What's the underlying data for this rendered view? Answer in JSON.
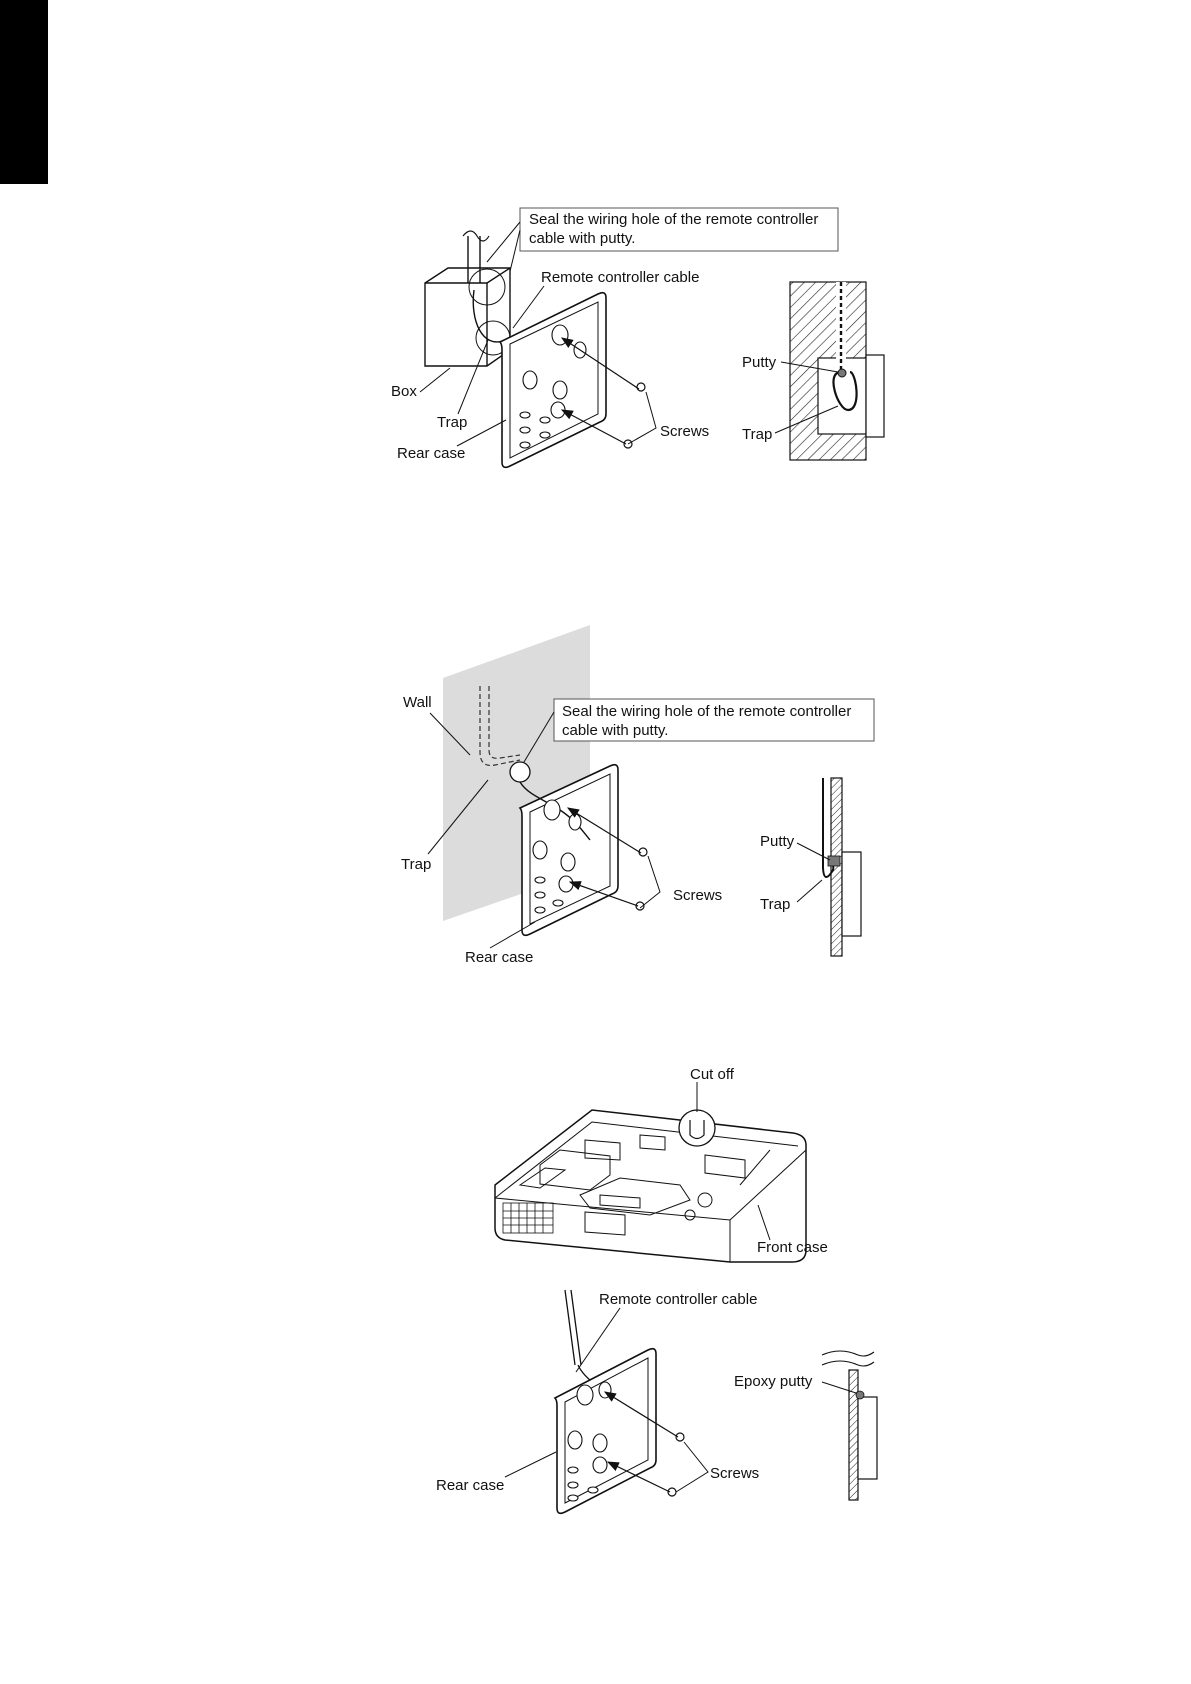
{
  "figures": [
    {
      "callout_line1": "Seal the wiring hole of the remote controller",
      "callout_line2": "cable with putty.",
      "labels": {
        "cable": "Remote controller cable",
        "box": "Box",
        "trap": "Trap",
        "rear_case": "Rear case",
        "screws": "Screws",
        "putty": "Putty",
        "trap_side": "Trap"
      }
    },
    {
      "callout_line1": "Seal the wiring hole of the remote controller",
      "callout_line2": "cable with putty.",
      "labels": {
        "wall": "Wall",
        "trap": "Trap",
        "screws": "Screws",
        "rear_case": "Rear case",
        "putty": "Putty",
        "trap_side": "Trap"
      }
    },
    {
      "labels": {
        "cut_off": "Cut off",
        "front_case": "Front case"
      }
    },
    {
      "labels": {
        "cable": "Remote controller cable",
        "epoxy_putty": "Epoxy putty",
        "screws": "Screws",
        "rear_case": "Rear case"
      }
    }
  ]
}
